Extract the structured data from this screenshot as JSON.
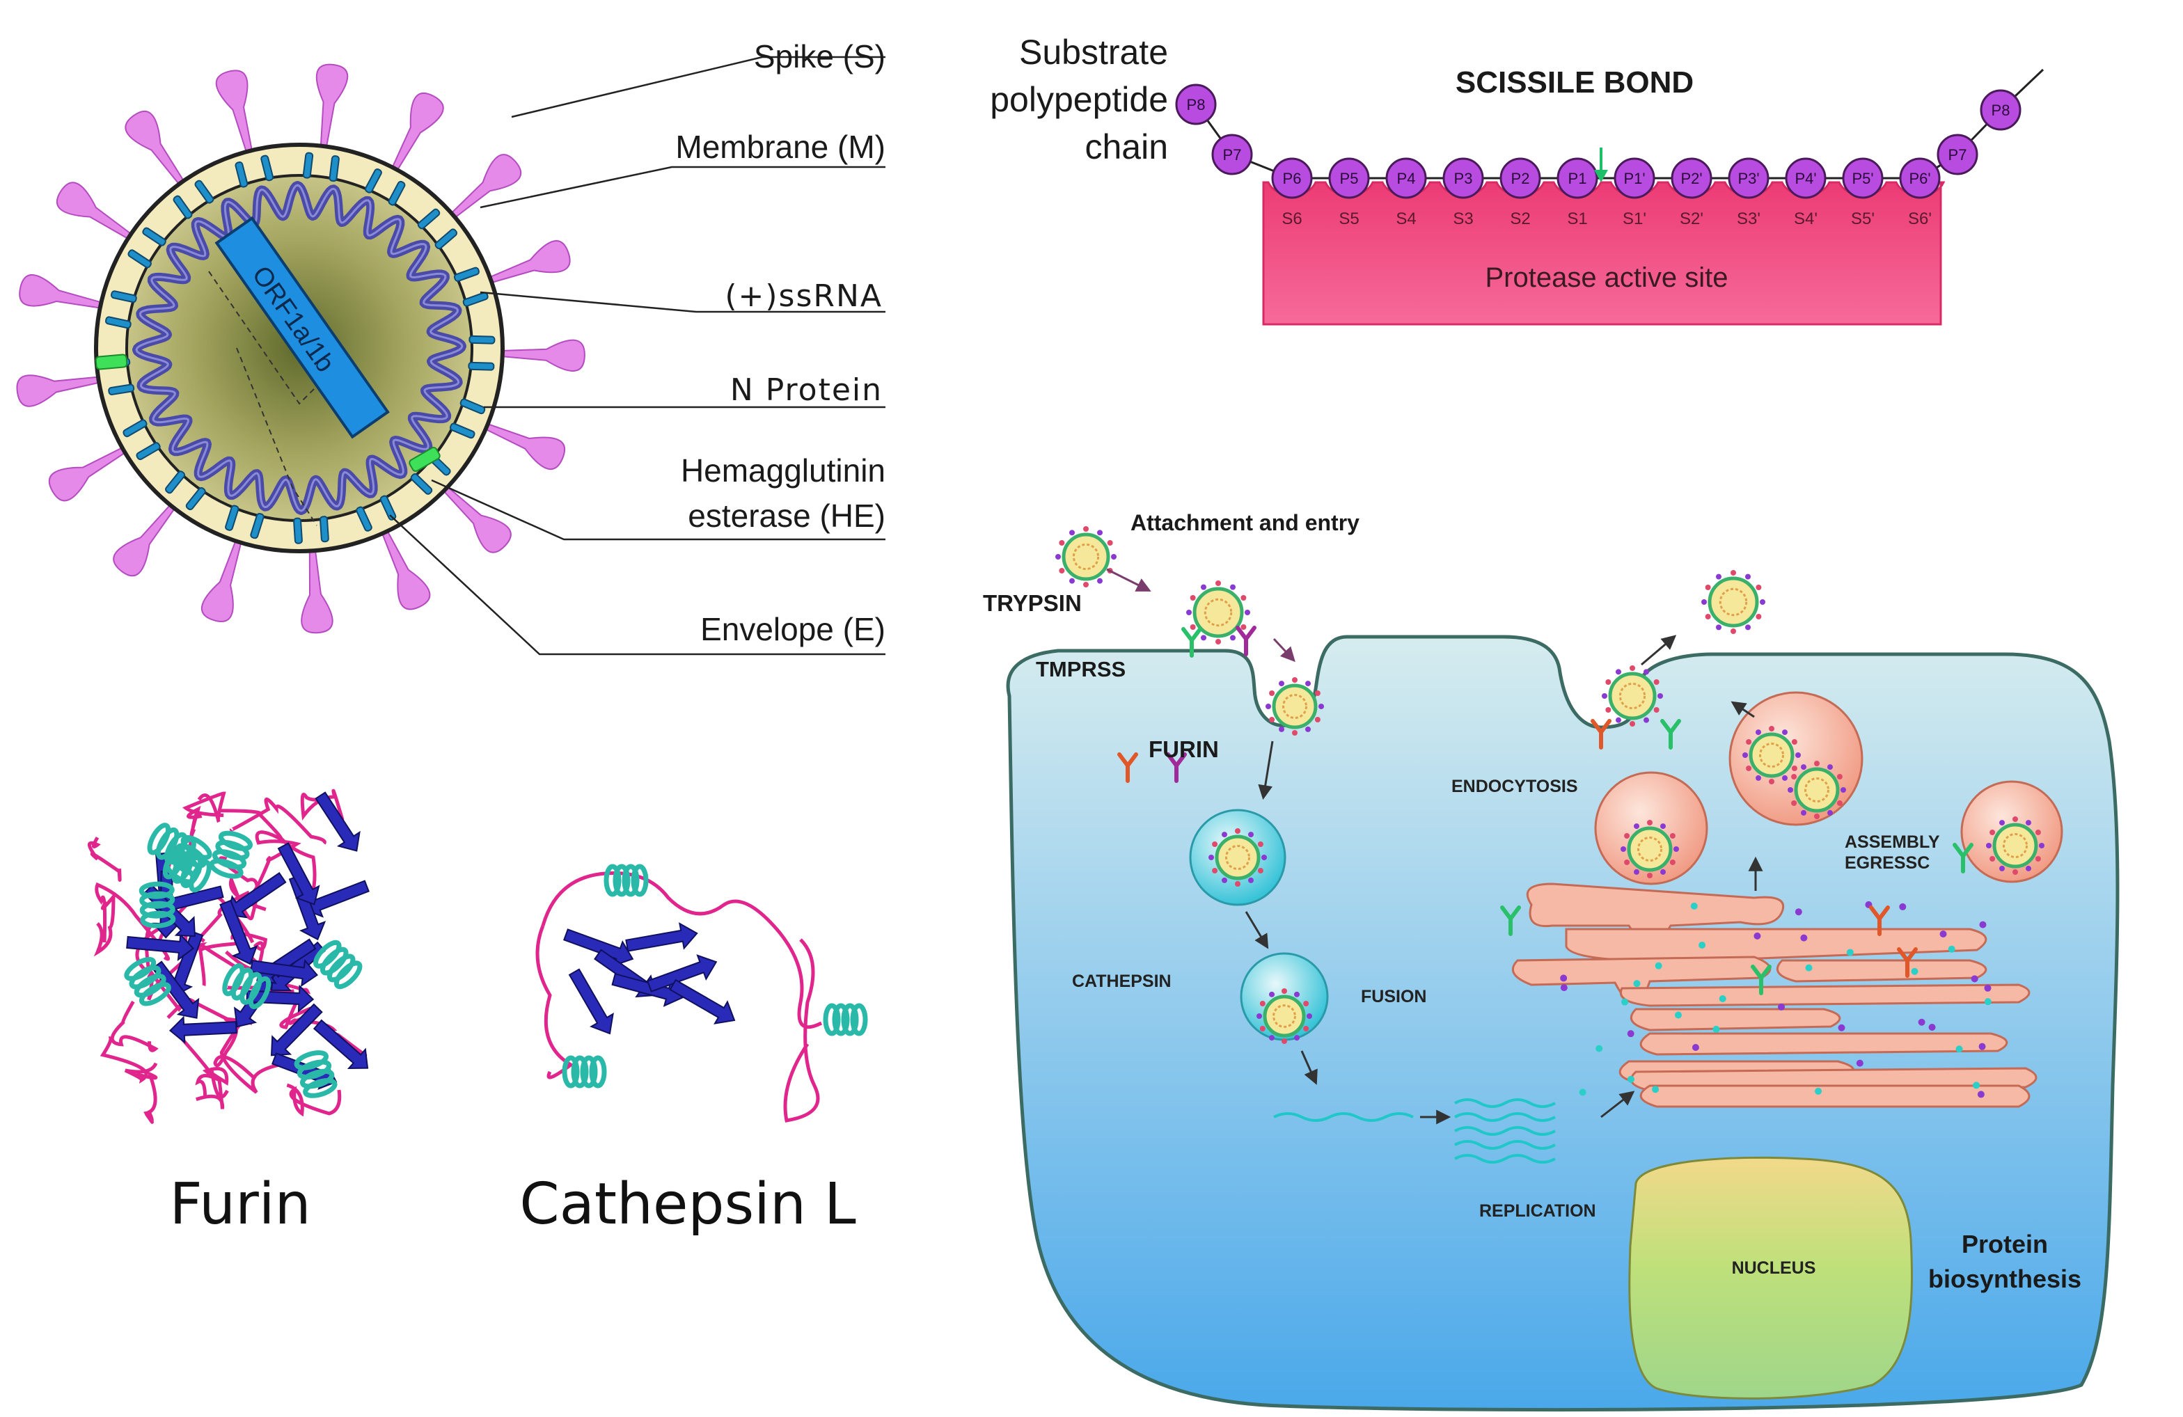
{
  "virion": {
    "orf_label": "ORF1a/1b",
    "labels": {
      "spike": "Spike (S)",
      "membrane": "Membrane (M)",
      "ssrna": "(+)ssRNA",
      "nprotein": "N Protein",
      "he_line1": "Hemagglutinin",
      "he_line2": "esterase (HE)",
      "envelope": "Envelope (E)"
    }
  },
  "protease": {
    "substrate_line1": "Substrate",
    "substrate_line2": "polypeptide",
    "substrate_line3": "chain",
    "scissile": "SCISSILE BOND",
    "active_site": "Protease active site",
    "p_labels": [
      "P6",
      "P5",
      "P4",
      "P3",
      "P2",
      "P1",
      "P1'",
      "P2'",
      "P3'",
      "P4'",
      "P5'",
      "P6'"
    ],
    "s_labels": [
      "S6",
      "S5",
      "S4",
      "S3",
      "S2",
      "S1",
      "S1'",
      "S2'",
      "S3'",
      "S4'",
      "S5'",
      "S6'"
    ],
    "end_labels": [
      "P8",
      "P7",
      "P7",
      "P8"
    ]
  },
  "structures": {
    "furin": "Furin",
    "cathepsin_l": "Cathepsin L"
  },
  "cell": {
    "attachment": "Attachment and entry",
    "trypsin": "TRYPSIN",
    "tmprss": "TMPRSS",
    "furin": "FURIN",
    "endocytosis": "ENDOCYTOSIS",
    "cathepsin": "CATHEPSIN",
    "fusion": "FUSION",
    "assembly": "ASSEMBLY",
    "egress": "EGRESSC",
    "replication": "REPLICATION",
    "nucleus": "NUCLEUS",
    "protein1": "Protein",
    "protein2": "biosynthesis"
  },
  "colors": {
    "spike": "#e58ae8",
    "membrane_ring": "#f3ebbd",
    "orf_box": "#1e8fe0",
    "rna": "#4a4aa8",
    "active_site": "#f04a82",
    "residue": "#b84be0",
    "cell_top": "#cfe7ef",
    "cell_bottom": "#4eaee8",
    "er": "#f6b9a6",
    "nucleus": "#b8dc6a"
  }
}
